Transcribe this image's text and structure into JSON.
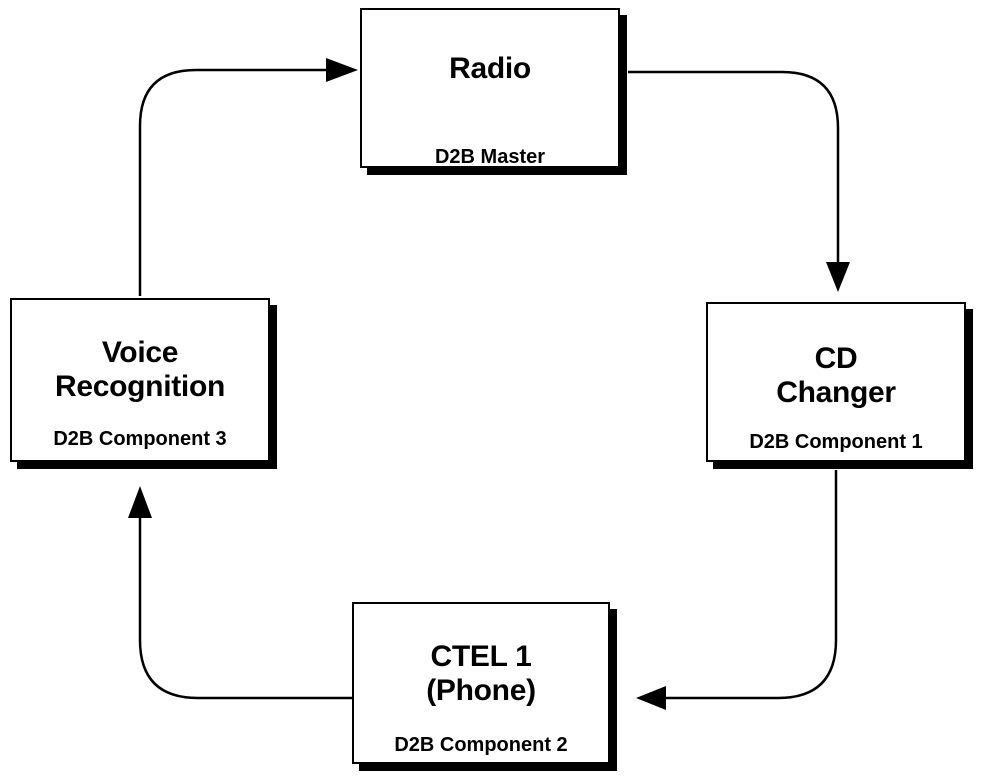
{
  "nodes": {
    "radio": {
      "title_lines": [
        "Radio"
      ],
      "role": "D2B Master"
    },
    "cd_changer": {
      "title_lines": [
        "CD",
        "Changer"
      ],
      "role": "D2B Component 1"
    },
    "ctel": {
      "title_lines": [
        "CTEL 1",
        "(Phone)"
      ],
      "role": "D2B Component 2"
    },
    "voice": {
      "title_lines": [
        "Voice",
        "Recognition"
      ],
      "role": "D2B Component 3"
    }
  },
  "edges": [
    {
      "from": "radio",
      "to": "cd_changer"
    },
    {
      "from": "cd_changer",
      "to": "ctel"
    },
    {
      "from": "ctel",
      "to": "voice"
    },
    {
      "from": "voice",
      "to": "radio"
    }
  ],
  "colors": {
    "line": "#000000",
    "box_fill": "#ffffff"
  }
}
